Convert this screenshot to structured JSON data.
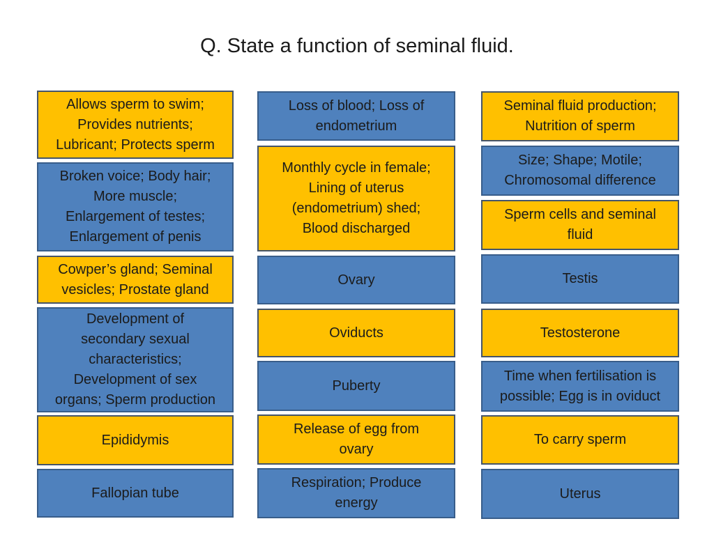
{
  "slide": {
    "title": "Q. State a function of seminal fluid.",
    "background": "#FFFFFF",
    "text_color": "#1B1B1B"
  },
  "palette": {
    "yellow_fill": "#FFC000",
    "yellow_border": "#44546A",
    "blue_fill": "#4F81BD",
    "blue_border": "#385D8A"
  },
  "columns": [
    {
      "boxes": [
        {
          "color": "yellow",
          "text": "Allows sperm to swim;\nProvides nutrients;\nLubricant; Protects sperm"
        },
        {
          "color": "blue",
          "text": "Broken voice; Body hair;\nMore muscle;\nEnlargement of testes;\nEnlargement of penis"
        },
        {
          "color": "yellow",
          "text": "Cowper’s gland; Seminal\nvesicles; Prostate gland"
        },
        {
          "color": "blue",
          "text": "Development of\nsecondary sexual\ncharacteristics;\nDevelopment of sex\norgans; Sperm production"
        },
        {
          "color": "yellow",
          "text": "Epididymis"
        },
        {
          "color": "blue",
          "text": "Fallopian tube"
        }
      ]
    },
    {
      "boxes": [
        {
          "color": "blue",
          "text": "Loss of blood; Loss of\nendometrium"
        },
        {
          "color": "yellow",
          "text": "Monthly cycle in female;\nLining of uterus\n(endometrium) shed;\nBlood discharged"
        },
        {
          "color": "blue",
          "text": "Ovary"
        },
        {
          "color": "yellow",
          "text": "Oviducts"
        },
        {
          "color": "blue",
          "text": "Puberty"
        },
        {
          "color": "yellow",
          "text": "Release of egg from\novary"
        },
        {
          "color": "blue",
          "text": "Respiration; Produce\nenergy"
        }
      ]
    },
    {
      "boxes": [
        {
          "color": "yellow",
          "text": "Seminal fluid production;\nNutrition of sperm"
        },
        {
          "color": "blue",
          "text": "Size; Shape; Motile;\nChromosomal difference"
        },
        {
          "color": "yellow",
          "text": "Sperm cells and seminal\nfluid"
        },
        {
          "color": "blue",
          "text": "Testis"
        },
        {
          "color": "yellow",
          "text": "Testosterone"
        },
        {
          "color": "blue",
          "text": "Time when fertilisation is\npossible; Egg is in oviduct"
        },
        {
          "color": "yellow",
          "text": "To carry sperm"
        },
        {
          "color": "blue",
          "text": "Uterus"
        }
      ]
    }
  ]
}
